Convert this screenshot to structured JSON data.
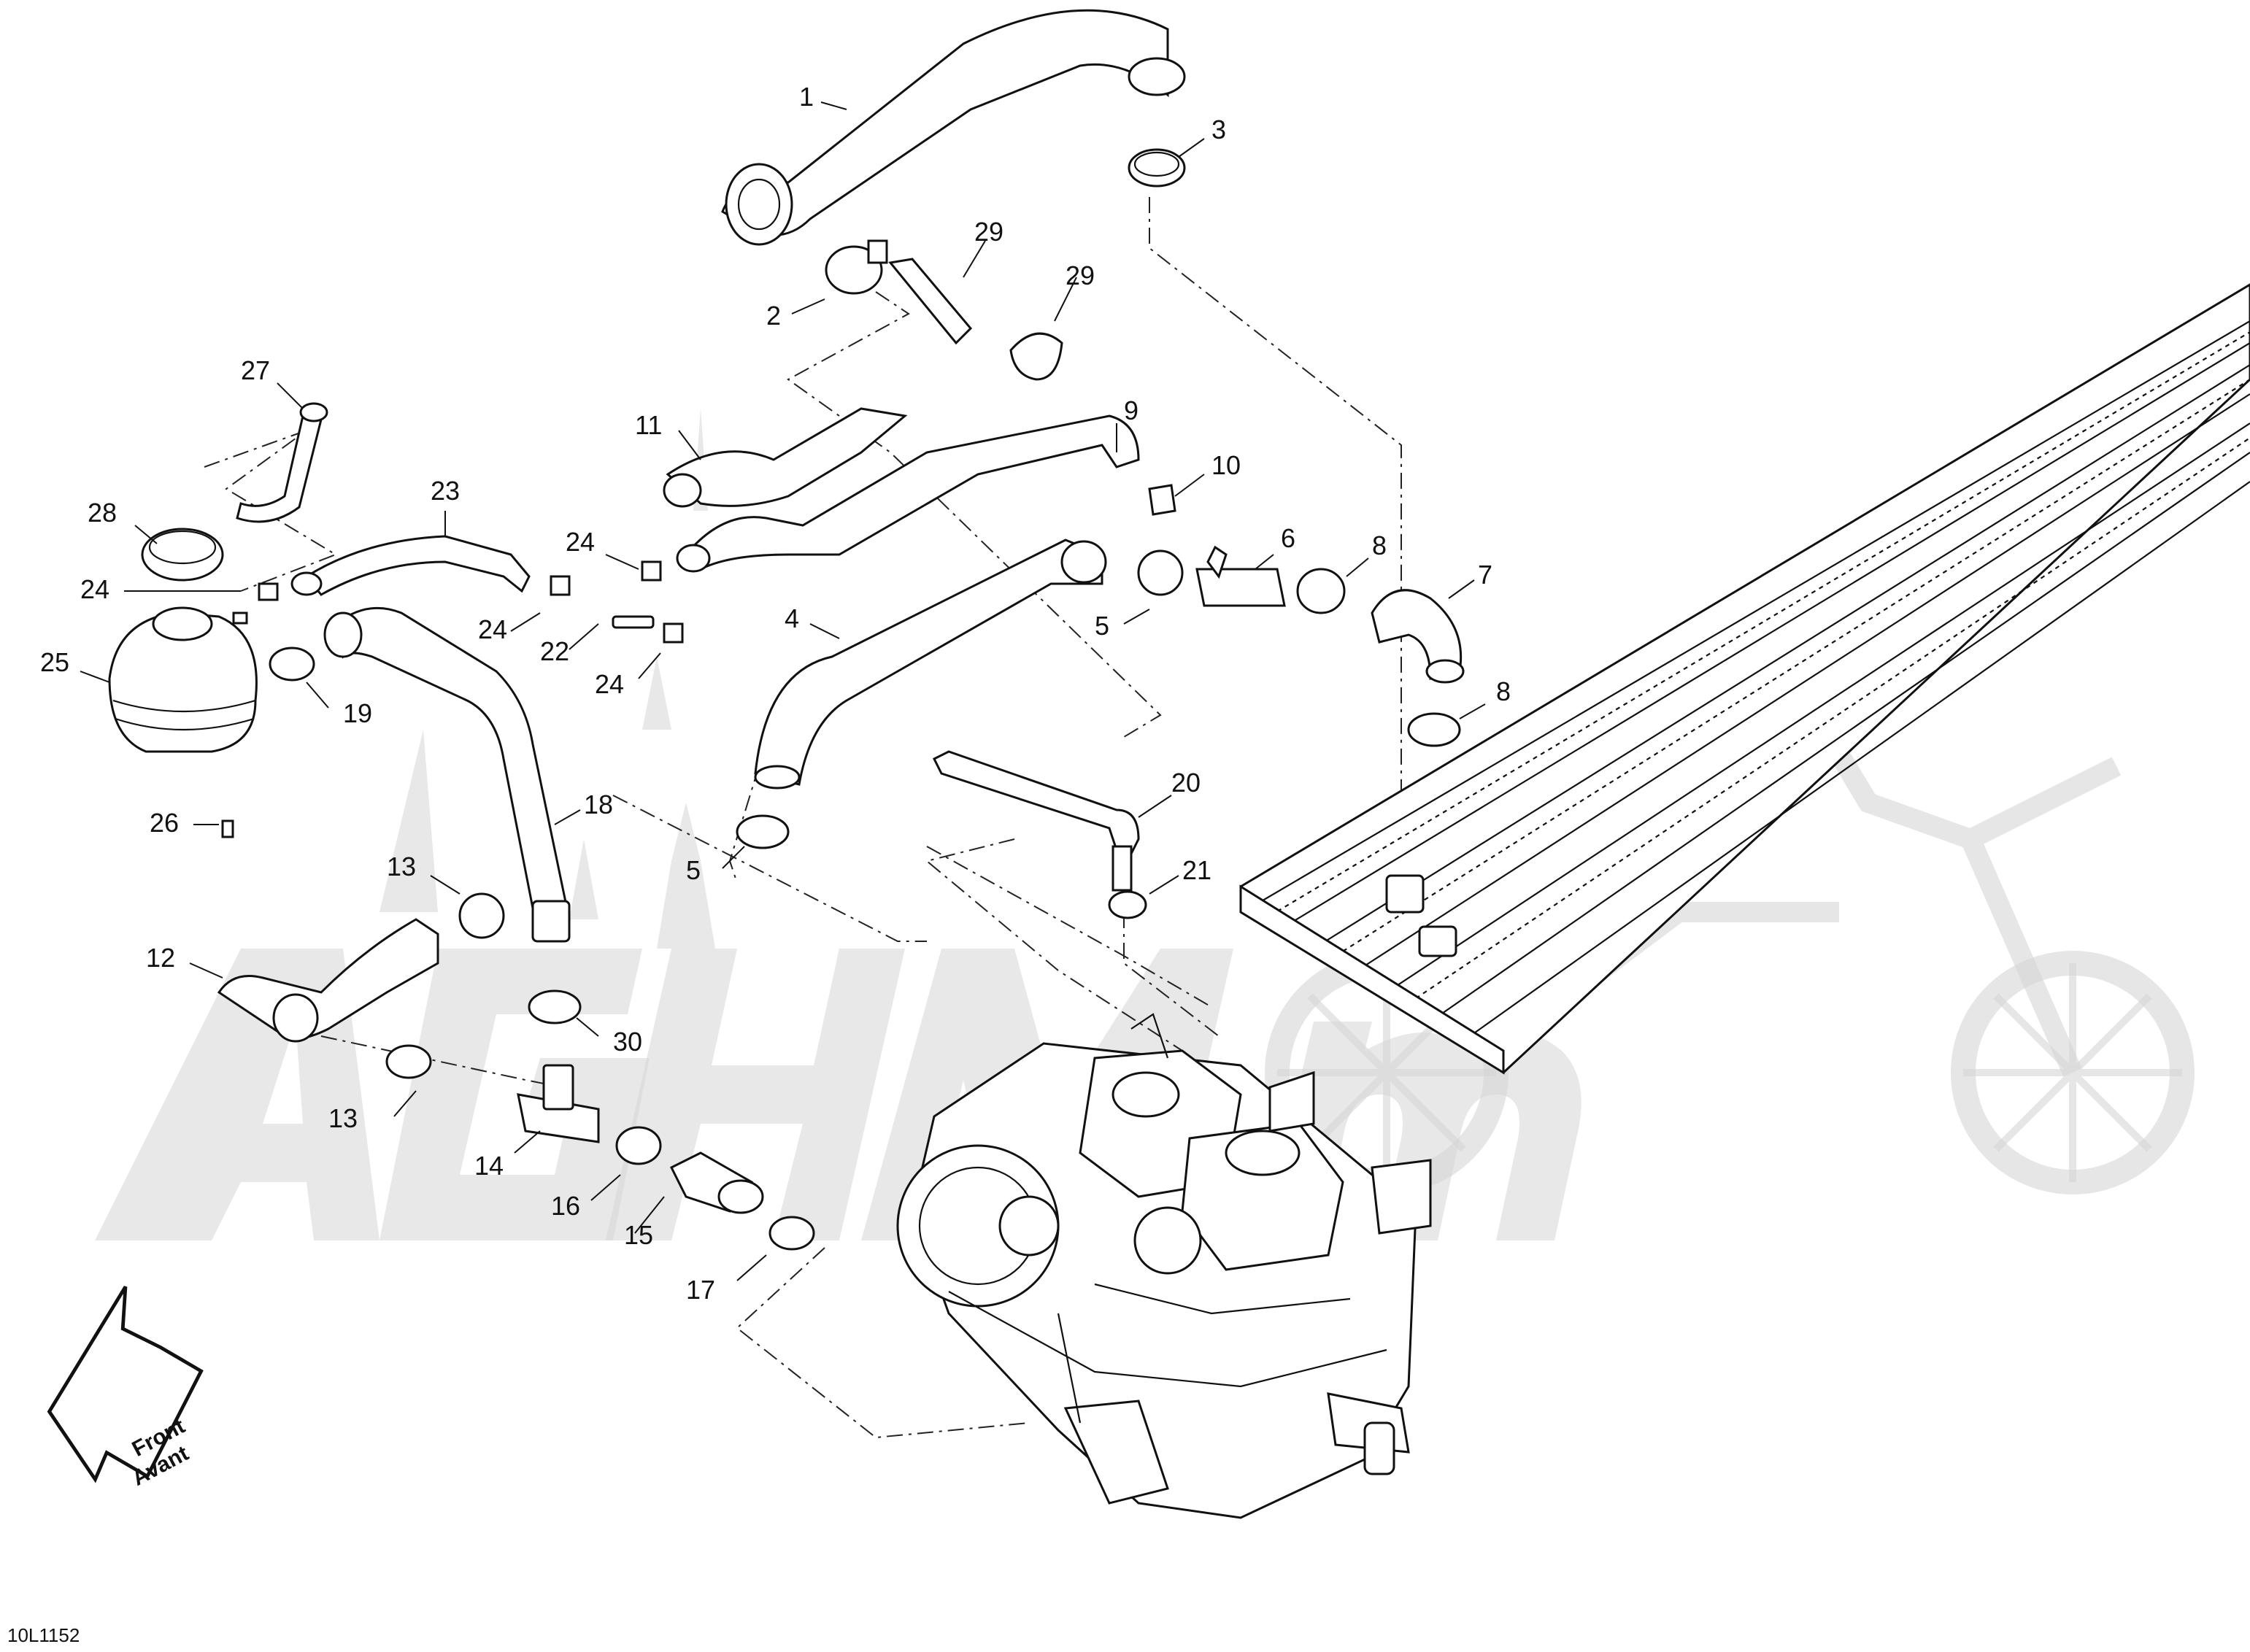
{
  "figure": {
    "reference_code": "10L1152",
    "watermark_text": "AGHMoto",
    "front_arrow": {
      "line1": "Front",
      "line2": "Avant"
    }
  },
  "callouts": [
    {
      "id": "c1",
      "label": "1"
    },
    {
      "id": "c2",
      "label": "2"
    },
    {
      "id": "c3",
      "label": "3"
    },
    {
      "id": "c4",
      "label": "4"
    },
    {
      "id": "c5a",
      "label": "5"
    },
    {
      "id": "c5b",
      "label": "5"
    },
    {
      "id": "c6",
      "label": "6"
    },
    {
      "id": "c7",
      "label": "7"
    },
    {
      "id": "c8a",
      "label": "8"
    },
    {
      "id": "c8b",
      "label": "8"
    },
    {
      "id": "c9",
      "label": "9"
    },
    {
      "id": "c10",
      "label": "10"
    },
    {
      "id": "c11",
      "label": "11"
    },
    {
      "id": "c12",
      "label": "12"
    },
    {
      "id": "c13a",
      "label": "13"
    },
    {
      "id": "c13b",
      "label": "13"
    },
    {
      "id": "c14",
      "label": "14"
    },
    {
      "id": "c15",
      "label": "15"
    },
    {
      "id": "c16",
      "label": "16"
    },
    {
      "id": "c17",
      "label": "17"
    },
    {
      "id": "c18",
      "label": "18"
    },
    {
      "id": "c19",
      "label": "19"
    },
    {
      "id": "c20",
      "label": "20"
    },
    {
      "id": "c21",
      "label": "21"
    },
    {
      "id": "c22",
      "label": "22"
    },
    {
      "id": "c23",
      "label": "23"
    },
    {
      "id": "c24a",
      "label": "24"
    },
    {
      "id": "c24b",
      "label": "24"
    },
    {
      "id": "c24c",
      "label": "24"
    },
    {
      "id": "c24d",
      "label": "24"
    },
    {
      "id": "c25",
      "label": "25"
    },
    {
      "id": "c26",
      "label": "26"
    },
    {
      "id": "c27",
      "label": "27"
    },
    {
      "id": "c28",
      "label": "28"
    },
    {
      "id": "c29a",
      "label": "29"
    },
    {
      "id": "c29b",
      "label": "29"
    },
    {
      "id": "c30",
      "label": "30"
    }
  ]
}
